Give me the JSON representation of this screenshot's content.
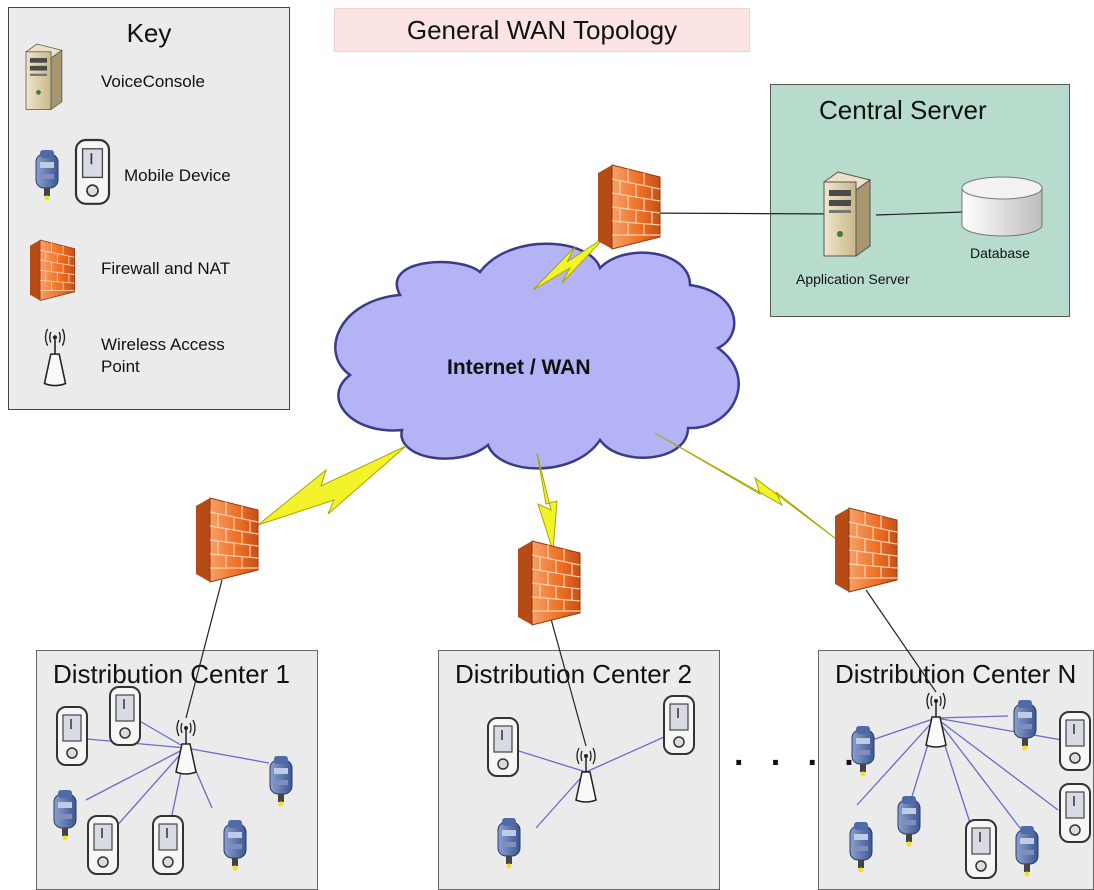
{
  "title": "General WAN Topology",
  "key": {
    "title": "Key",
    "items": [
      {
        "label": "VoiceConsole",
        "icon": "server-icon"
      },
      {
        "label": "Mobile Device",
        "icon": "mobile-device-icon"
      },
      {
        "label": "Firewall and NAT",
        "icon": "firewall-icon"
      },
      {
        "label": "Wireless Access Point",
        "icon": "wireless-access-point-icon"
      }
    ]
  },
  "central_server": {
    "title": "Central Server",
    "app_server_label": "Application Server",
    "database_label": "Database"
  },
  "cloud": {
    "label": "Internet / WAN"
  },
  "centers": [
    {
      "title": "Distribution Center 1"
    },
    {
      "title": "Distribution Center 2"
    },
    {
      "title": "Distribution Center N"
    }
  ],
  "ellipsis": "· · · ·",
  "colors": {
    "cloud_fill": "#b3b3f5",
    "cloud_stroke": "#3b3b8a",
    "firewall": "#f07a2e",
    "lightning": "#f3f32a",
    "wireless_link": "#6a6ac8",
    "central_bg": "#b7dccb",
    "panel_bg": "#ebebeb",
    "title_bg": "#fce4e4"
  }
}
